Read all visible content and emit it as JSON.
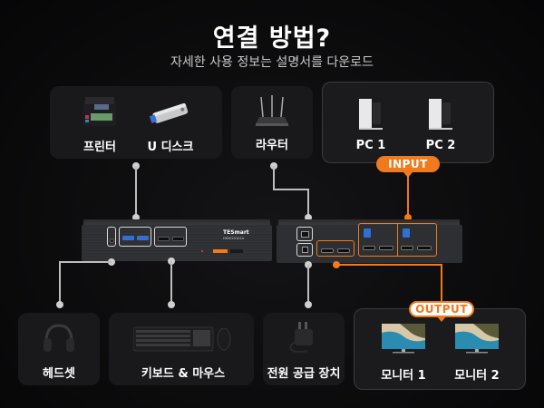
{
  "header": {
    "title": "연결 방법?",
    "subtitle": "자세한 사용 정보는 설명서를 다운로드"
  },
  "top_devices": [
    {
      "name": "printer",
      "label": "프린터",
      "icon": "printer-icon"
    },
    {
      "name": "usb-drive",
      "label": "U 디스크",
      "icon": "usb-drive-icon"
    },
    {
      "name": "router",
      "label": "라우터",
      "icon": "router-icon"
    }
  ],
  "input_group": {
    "badge": "INPUT",
    "items": [
      {
        "name": "pc-1",
        "label": "PC 1",
        "icon": "pc-tower-icon"
      },
      {
        "name": "pc-2",
        "label": "PC 2",
        "icon": "pc-tower-icon"
      }
    ]
  },
  "switch": {
    "brand": "TESmart",
    "model_tag": "HKS0201A1U"
  },
  "bottom_devices": [
    {
      "name": "headset",
      "label": "헤드셋",
      "icon": "headset-icon"
    },
    {
      "name": "keyboard-mouse",
      "label": "키보드 & 마우스",
      "icon": "keyboard-mouse-icon"
    },
    {
      "name": "power-supply",
      "label": "전원 공급 장치",
      "icon": "power-adapter-icon"
    }
  ],
  "output_group": {
    "badge": "OUTPUT",
    "items": [
      {
        "name": "monitor-1",
        "label": "모니터 1",
        "icon": "monitor-icon"
      },
      {
        "name": "monitor-2",
        "label": "모니터 2",
        "icon": "monitor-icon"
      }
    ]
  },
  "colors": {
    "accent": "#f07a1c",
    "background": "#0a0a0b",
    "card": "#19191b",
    "connector": "#cfcfcf"
  }
}
